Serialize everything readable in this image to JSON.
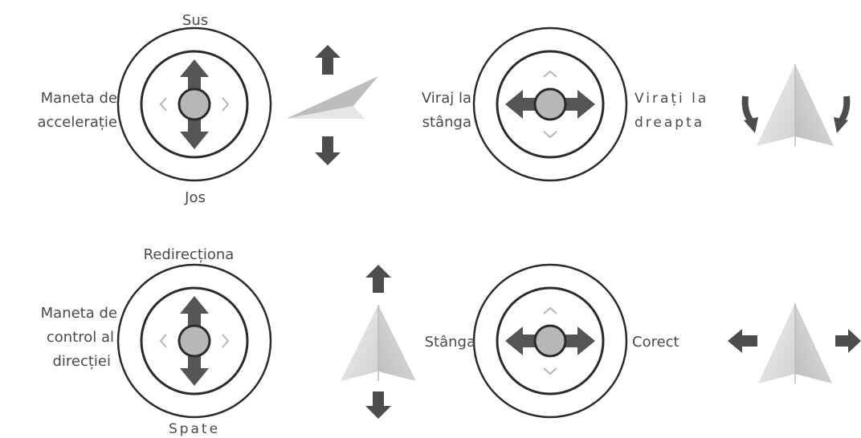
{
  "throttle_stick": {
    "up_label": "Sus",
    "down_label": "Jos",
    "name_line1": "Maneta de",
    "name_line2": "accelerație"
  },
  "yaw_control": {
    "left_line1": "Viraj la",
    "left_line2": "stânga",
    "right_line1": "Virați la",
    "right_line2": "dreapta"
  },
  "direction_stick": {
    "forward_label": "Redirecționa",
    "back_label": "Spate",
    "name_line1": "Maneta de",
    "name_line2": "control al",
    "name_line3": "direcției"
  },
  "roll_control": {
    "left_label": "Stânga",
    "right_label": "Corect"
  },
  "colors": {
    "ring": "#2b2b2b",
    "arrow": "#4d4d4d",
    "knob": "#b7b7b7",
    "plane_light": "#e8e8e8",
    "plane_dark": "#c9c9c9"
  }
}
